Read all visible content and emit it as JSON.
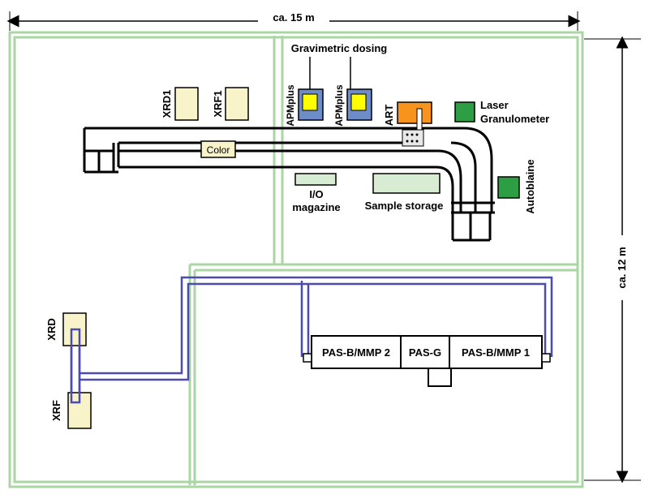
{
  "dimensions": {
    "width_label": "ca. 15 m",
    "height_label": "ca. 12 m"
  },
  "labels": {
    "gravimetric": "Gravimetric dosing",
    "xrd1": "XRD1",
    "xrf1": "XRF1",
    "apm1": "APMplus",
    "apm2": "APMplus",
    "art": "ART",
    "laser1": "Laser",
    "laser2": "Granulometer",
    "color": "Color",
    "io1": "I/O",
    "io2": "magazine",
    "sample": "Sample storage",
    "autoblaine": "Autoblaine",
    "xrd": "XRD",
    "xrf": "XRF",
    "pas2": "PAS-B/MMP 2",
    "pasg": "PAS-G",
    "pas1": "PAS-B/MMP 1"
  },
  "colors": {
    "wall": "#a9d6a3",
    "cream": "#f8f3c8",
    "apm_blue": "#6c8dc8",
    "yellow": "#ffff00",
    "orange": "#f7941d",
    "green": "#2e9e45",
    "light_green": "#d8ecd3",
    "pipe": "#4b4bb0"
  }
}
